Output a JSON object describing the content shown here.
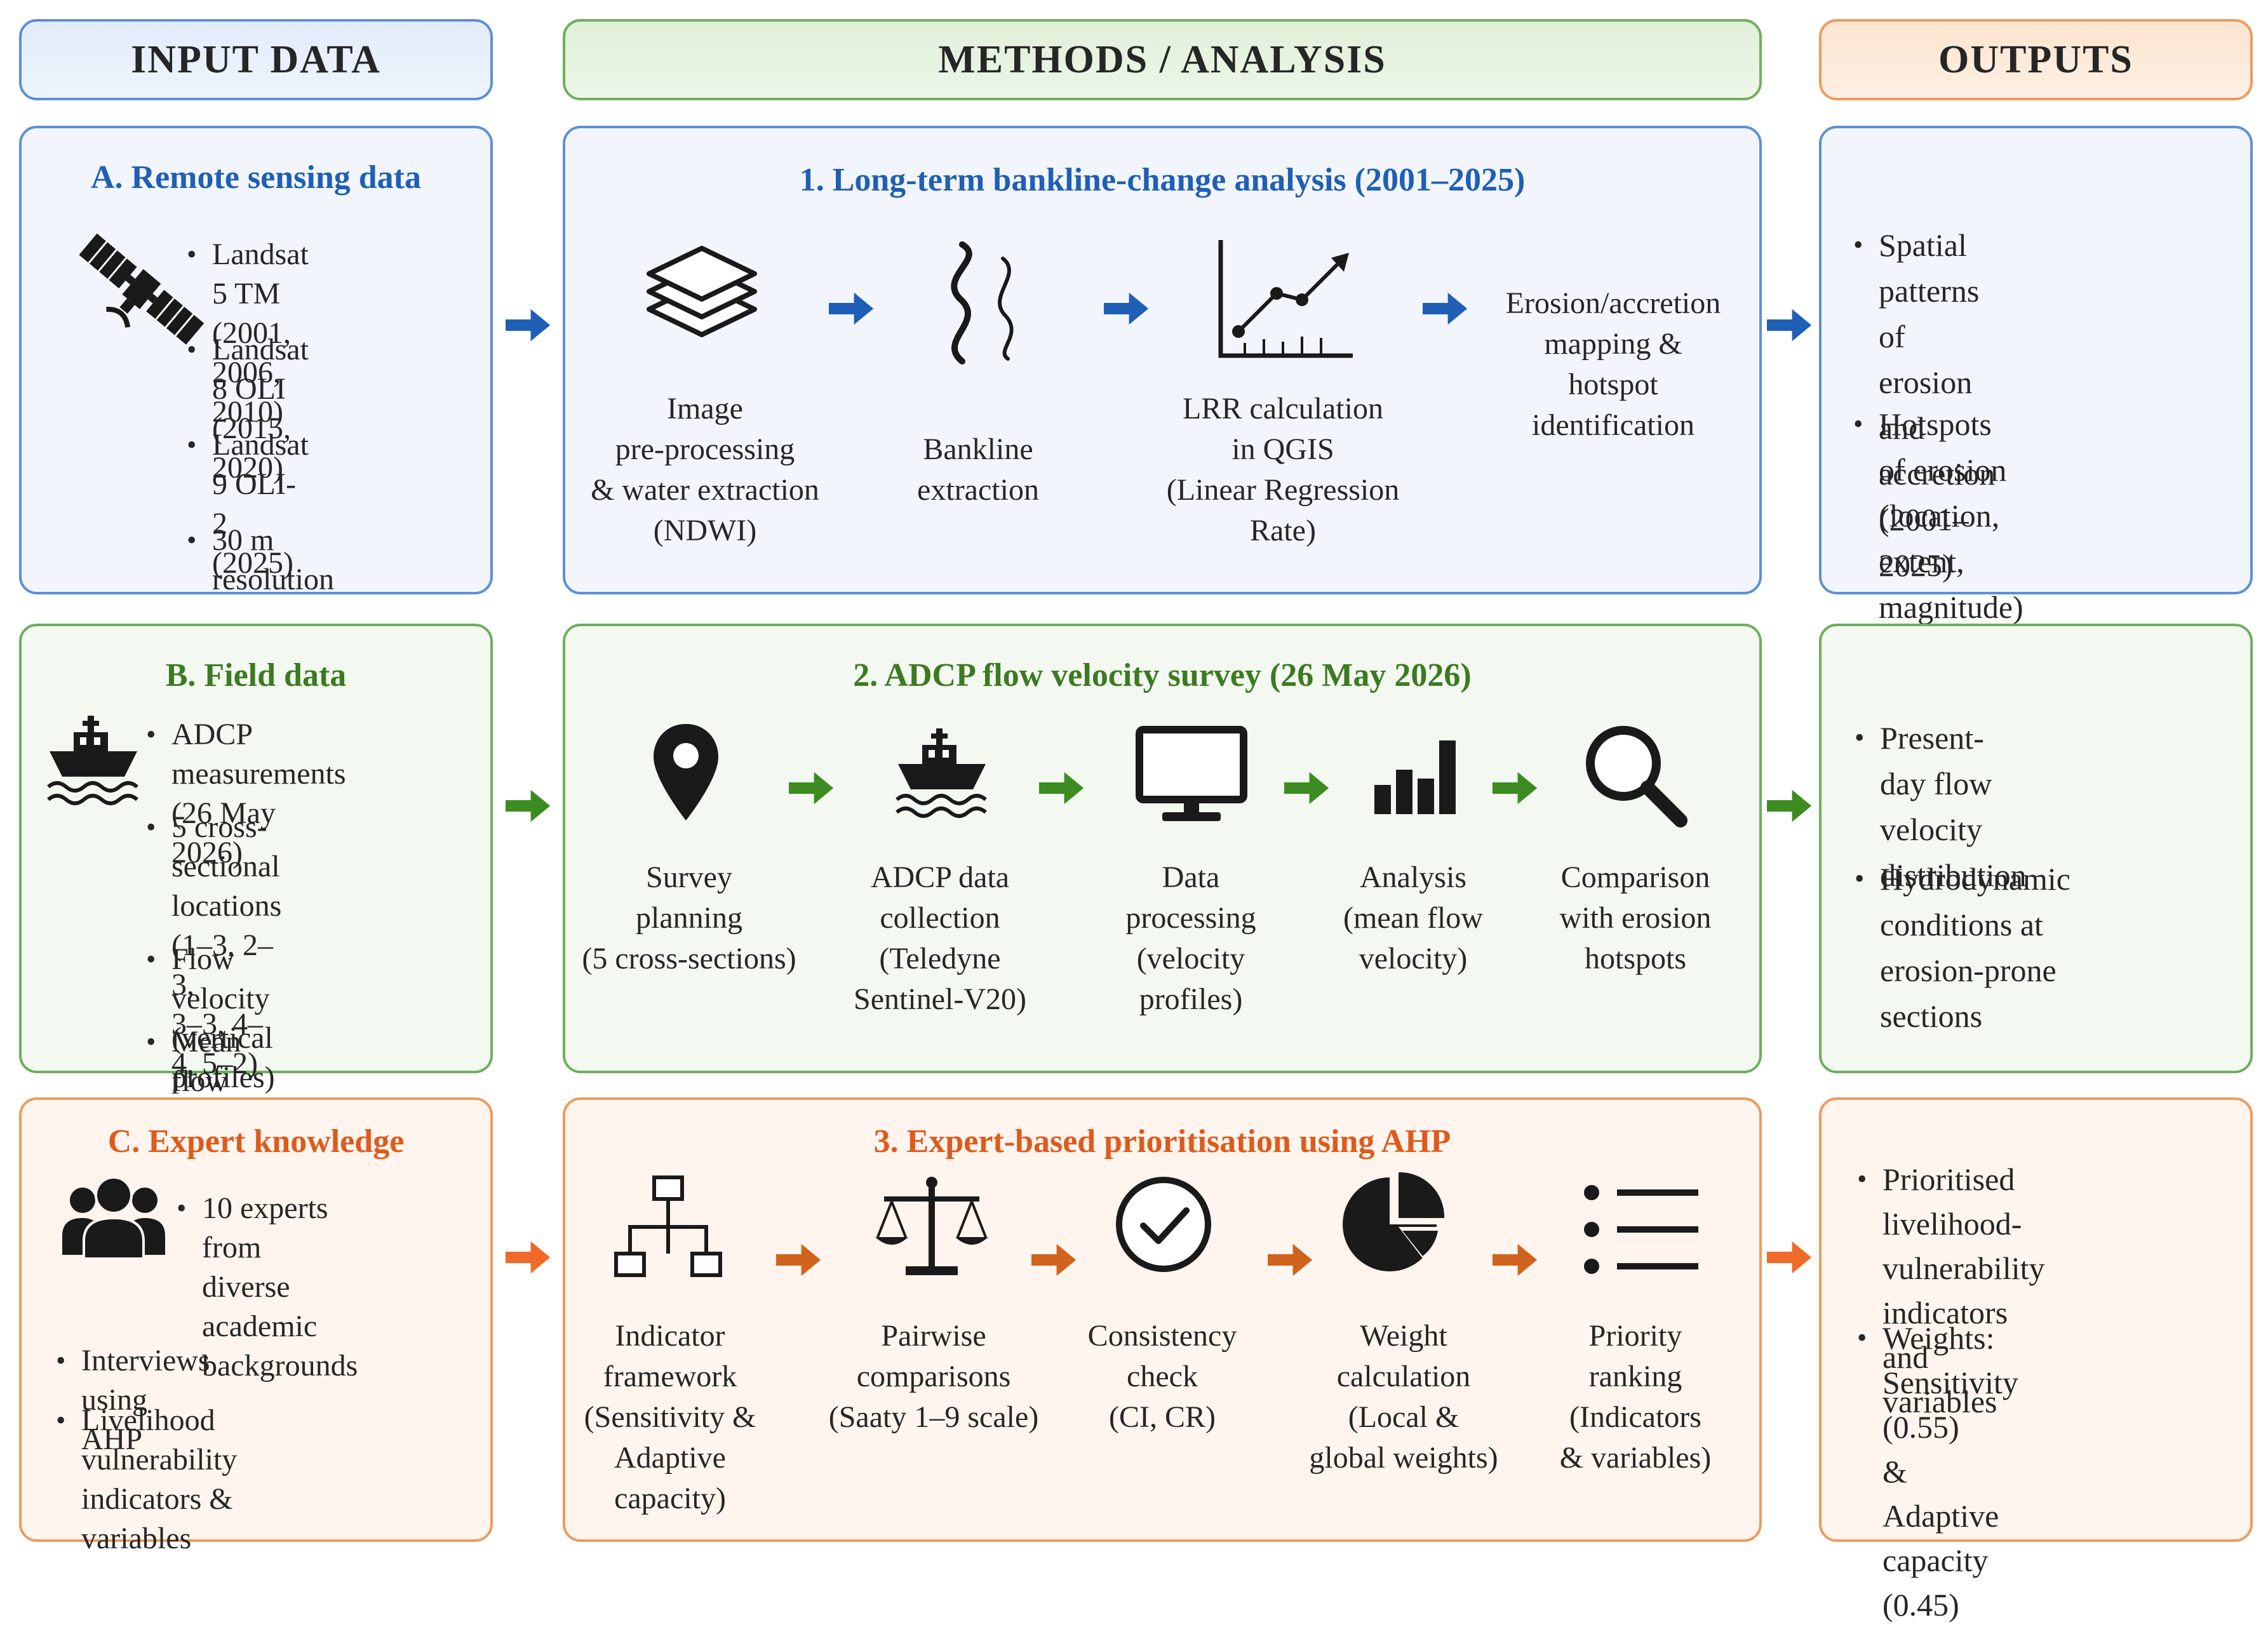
{
  "headers": {
    "input": "INPUT DATA",
    "methods": "METHODS / ANALYSIS",
    "outputs": "OUTPUTS"
  },
  "colors": {
    "blue": "#1f5fb5",
    "green": "#3c7a22",
    "orange": "#df5a1b"
  },
  "row1": {
    "input_title": "A. Remote sensing data",
    "input_icon": "satellite-icon",
    "input_items": [
      "Landsat 5 TM\n(2001, 2006, 2010)",
      "Landsat 8 OLI\n(2015, 2020)",
      "Landsat 9 OLI-2\n(2025)",
      "30 m resolution"
    ],
    "method_title": "1. Long-term bankline-change analysis (2001–2025)",
    "steps": [
      {
        "icon": "layers-icon",
        "label": "Image\npre-processing\n& water extraction\n(NDWI)"
      },
      {
        "icon": "bankline-icon",
        "label": "Bankline\nextraction"
      },
      {
        "icon": "trend-chart-icon",
        "label": "LRR calculation\nin QGIS\n(Linear Regression\nRate)"
      },
      {
        "icon": "",
        "label": "Erosion/accretion\nmapping &\nhotspot\nidentification"
      }
    ],
    "outputs": [
      "Spatial patterns of\nerosion and accretion\n(2001–2025)",
      "Hotspots of erosion\n(location, extent,\nmagnitude)"
    ]
  },
  "row2": {
    "input_title": "B. Field data",
    "input_icon": "boat-icon",
    "input_items": [
      "ADCP measurements\n(26 May 2026)",
      "5 cross-sectional\nlocations (1–3, 2–3,\n3–3, 4–4, 5–2)",
      "Flow velocity\n(vertical profiles)",
      "Mean flow conditions"
    ],
    "method_title": "2. ADCP flow velocity survey (26 May 2026)",
    "steps": [
      {
        "icon": "location-pin-icon",
        "label": "Survey\nplanning\n(5 cross-sections)"
      },
      {
        "icon": "boat-icon",
        "label": "ADCP data\ncollection\n(Teledyne\nSentinel-V20)"
      },
      {
        "icon": "monitor-icon",
        "label": "Data\nprocessing\n(velocity\nprofiles)"
      },
      {
        "icon": "bar-chart-icon",
        "label": "Analysis\n(mean flow\nvelocity)"
      },
      {
        "icon": "magnifier-icon",
        "label": "Comparison\nwith erosion\nhotspots"
      }
    ],
    "outputs": [
      "Present-day flow\nvelocity distribution",
      "Hydrodynamic\nconditions at\nerosion-prone sections"
    ]
  },
  "row3": {
    "input_title": "C. Expert knowledge",
    "input_icon": "people-icon",
    "input_items": [
      "10 experts from\ndiverse academic\nbackgrounds",
      "Interviews using AHP",
      "Livelihood vulnerability\nindicators & variables"
    ],
    "method_title": "3. Expert-based prioritisation using AHP",
    "steps": [
      {
        "icon": "hierarchy-icon",
        "label": "Indicator\nframework\n(Sensitivity &\nAdaptive\ncapacity)"
      },
      {
        "icon": "scale-icon",
        "label": "Pairwise\ncomparisons\n(Saaty 1–9 scale)"
      },
      {
        "icon": "check-circle-icon",
        "label": "Consistency\ncheck\n(CI, CR)"
      },
      {
        "icon": "pie-chart-icon",
        "label": "Weight\ncalculation\n(Local &\nglobal weights)"
      },
      {
        "icon": "list-icon",
        "label": "Priority\nranking\n(Indicators\n& variables)"
      }
    ],
    "outputs": [
      "Prioritised livelihood-\nvulnerability indicators\nand variables",
      "Weights:\nSensitivity (0.55)\n& Adaptive capacity\n(0.45)"
    ]
  }
}
